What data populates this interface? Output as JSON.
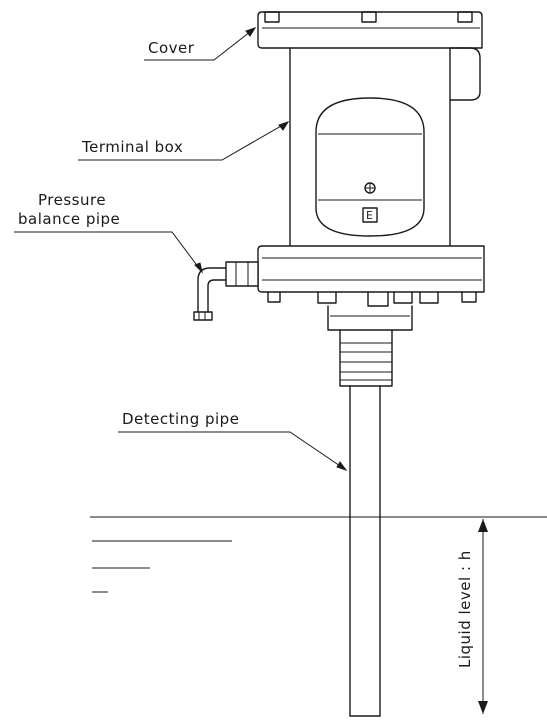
{
  "labels": {
    "cover": "Cover",
    "terminal_box": "Terminal box",
    "pressure_line1": "Pressure",
    "pressure_line2": "balance pipe",
    "detecting_pipe": "Detecting pipe",
    "liquid_level": "Liquid level : h",
    "window_marking": "E"
  },
  "colors": {
    "ink": "#1a1a1a",
    "paper": "#ffffff"
  }
}
